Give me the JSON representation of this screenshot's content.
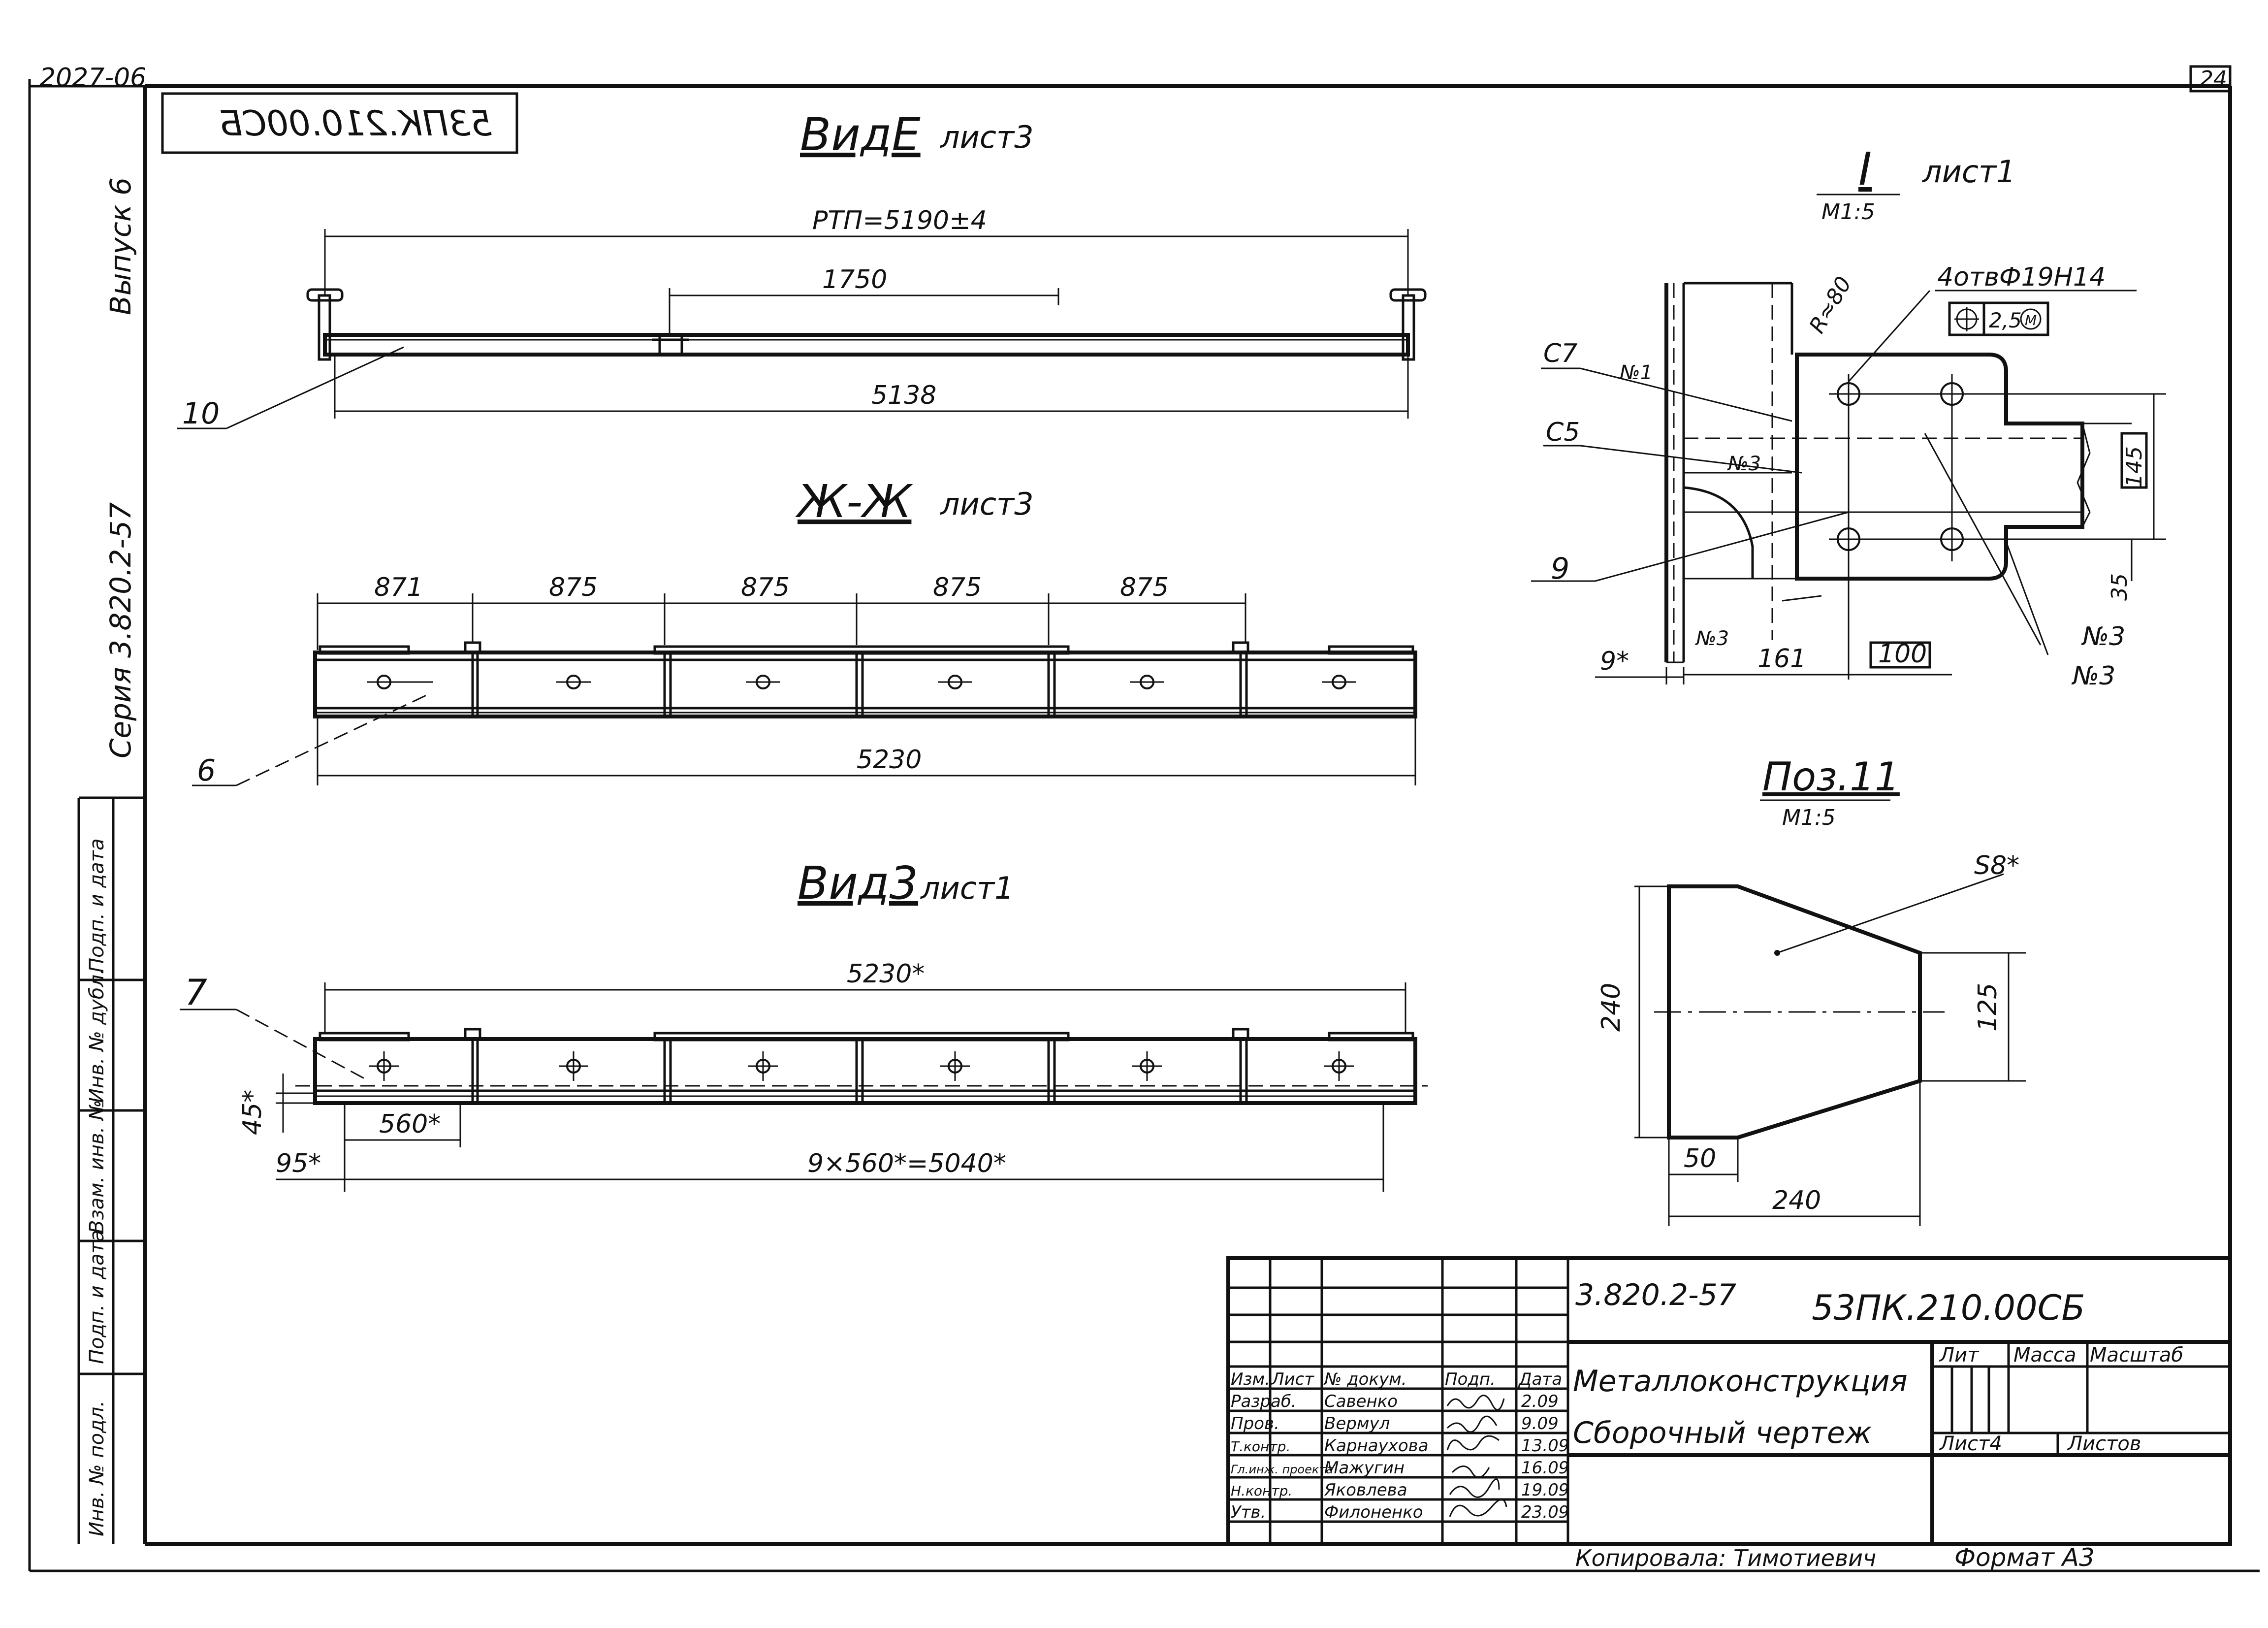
{
  "sheet": {
    "corner_number": "2027-06",
    "sheet_number": "24",
    "doc_code_mirrored": "53ПК.210.00СБ",
    "series": "Серия 3.820.2-57",
    "issue": "Выпуск 6",
    "side_stamp": [
      "Инв. № подл.",
      "Подп. и дата",
      "Взам. инв. №",
      "Инв. № дубл.",
      "Подп. и дата"
    ]
  },
  "view_e": {
    "title": "ВидЕ",
    "sheet_ref": "лист3",
    "dims": {
      "overall": "РТП=5190±4",
      "middle": "1750",
      "bottom": "5138"
    },
    "callout": "10"
  },
  "section_zh": {
    "title": "Ж-Ж",
    "sheet_ref": "лист3",
    "dims": [
      "871",
      "875",
      "875",
      "875",
      "875"
    ],
    "bottom": "5230",
    "callout": "6"
  },
  "view_z": {
    "title": "Вид3",
    "sheet_ref": "лист1",
    "dims": {
      "overall": "5230*",
      "pitch": "560*",
      "height": "45*",
      "end": "95*",
      "total": "9×560*=5040*"
    },
    "callout": "7"
  },
  "detail_i": {
    "title": "I",
    "sheet_ref": "лист1",
    "scale": "М1:5",
    "labels": {
      "holes": "4отвФ19Н14",
      "tolerance": "2,5",
      "tol_mod": "М",
      "radius": "R≈80",
      "c7": "С7",
      "n1": "№1",
      "c5": "С5",
      "n3a": "№3",
      "n3b": "№3",
      "n3c": "№3",
      "n3d": "№3",
      "pos9": "9",
      "d9": "9*",
      "d161": "161",
      "d100": "100",
      "d145": "145",
      "d35": "35"
    }
  },
  "pos11": {
    "title": "Поз.11",
    "scale": "М1:5",
    "labels": {
      "s8": "S8*",
      "h240": "240",
      "h125": "125",
      "w50": "50",
      "w240": "240"
    }
  },
  "title_block": {
    "series_code": "3.820.2-57",
    "doc_code": "53ПК.210.00СБ",
    "name_line1": "Металлоконструкция",
    "name_line2": "Сборочный чертеж",
    "col_lit": "Лит",
    "col_mass": "Масса",
    "col_scale": "Масштаб",
    "sheet": "Лист4",
    "sheets": "Листов",
    "header": [
      "Изм.",
      "Лист",
      "№ докум.",
      "Подп.",
      "Дата"
    ],
    "rows": [
      {
        "role": "Разраб.",
        "name": "Савенко",
        "date": "2.09"
      },
      {
        "role": "Пров.",
        "name": "Вермул",
        "date": "9.09"
      },
      {
        "role": "Т.контр.",
        "name": "Карнаухова",
        "date": "13.09"
      },
      {
        "role": "Гл.инж. проекта",
        "name": "Мажугин",
        "date": "16.09"
      },
      {
        "role": "Н.контр.",
        "name": "Яковлева",
        "date": "19.09"
      },
      {
        "role": "Утв.",
        "name": "Филоненко",
        "date": "23.09"
      }
    ],
    "copied": "Копировала: Тимотиевич",
    "format": "Формат А3"
  }
}
